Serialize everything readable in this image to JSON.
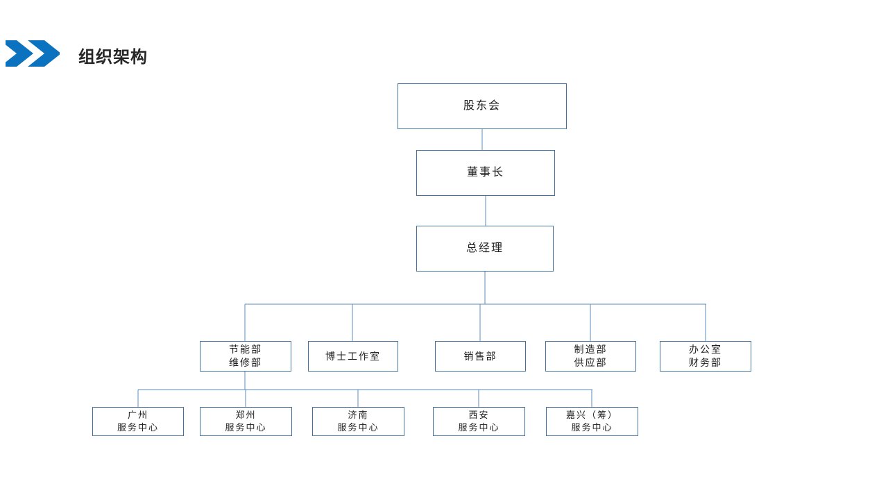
{
  "header": {
    "title": "组织架构",
    "icon": "double-chevron-right-icon",
    "accent_color": "#0b72c0"
  },
  "theme": {
    "background": "#ffffff",
    "box_border_color": "#41719c",
    "connector_color": "#5b8db8",
    "text_color": "#202020",
    "title_color": "#262626"
  },
  "chart_data": {
    "type": "org-chart",
    "title": "组织架构",
    "levels": [
      {
        "name": "level-1",
        "labels": [
          "股东会"
        ]
      },
      {
        "name": "level-2",
        "labels": [
          "董事长"
        ]
      },
      {
        "name": "level-3",
        "labels": [
          "总经理"
        ]
      },
      {
        "name": "level-4",
        "labels": [
          "节能部\n维修部",
          "博士工作室",
          "销售部",
          "制造部\n供应部",
          "办公室\n财务部"
        ]
      },
      {
        "name": "level-5",
        "labels": [
          "广州\n服务中心",
          "郑州\n服务中心",
          "济南\n服务中心",
          "西安\n服务中心",
          "嘉兴（筹）\n服务中心"
        ]
      }
    ],
    "edges": [
      {
        "from": "股东会",
        "to": "董事长"
      },
      {
        "from": "董事长",
        "to": "总经理"
      },
      {
        "from": "总经理",
        "to": "节能部\n维修部"
      },
      {
        "from": "总经理",
        "to": "博士工作室"
      },
      {
        "from": "总经理",
        "to": "销售部"
      },
      {
        "from": "总经理",
        "to": "制造部\n供应部"
      },
      {
        "from": "总经理",
        "to": "办公室\n财务部"
      },
      {
        "from": "节能部\n维修部",
        "to": "广州\n服务中心"
      },
      {
        "from": "节能部\n维修部",
        "to": "郑州\n服务中心"
      },
      {
        "from": "节能部\n维修部",
        "to": "济南\n服务中心"
      },
      {
        "from": "节能部\n维修部",
        "to": "西安\n服务中心"
      },
      {
        "from": "节能部\n维修部",
        "to": "嘉兴（筹）\n服务中心"
      }
    ]
  },
  "nodes": {
    "shareholders": {
      "label": "股东会"
    },
    "chairman": {
      "label": "董事长"
    },
    "general_manager": {
      "label": "总经理"
    },
    "departments": [
      {
        "label": "节能部\n维修部"
      },
      {
        "label": "博士工作室"
      },
      {
        "label": "销售部"
      },
      {
        "label": "制造部\n供应部"
      },
      {
        "label": "办公室\n财务部"
      }
    ],
    "service_centers": [
      {
        "label": "广州\n服务中心"
      },
      {
        "label": "郑州\n服务中心"
      },
      {
        "label": "济南\n服务中心"
      },
      {
        "label": "西安\n服务中心"
      },
      {
        "label": "嘉兴（筹）\n服务中心"
      }
    ]
  }
}
